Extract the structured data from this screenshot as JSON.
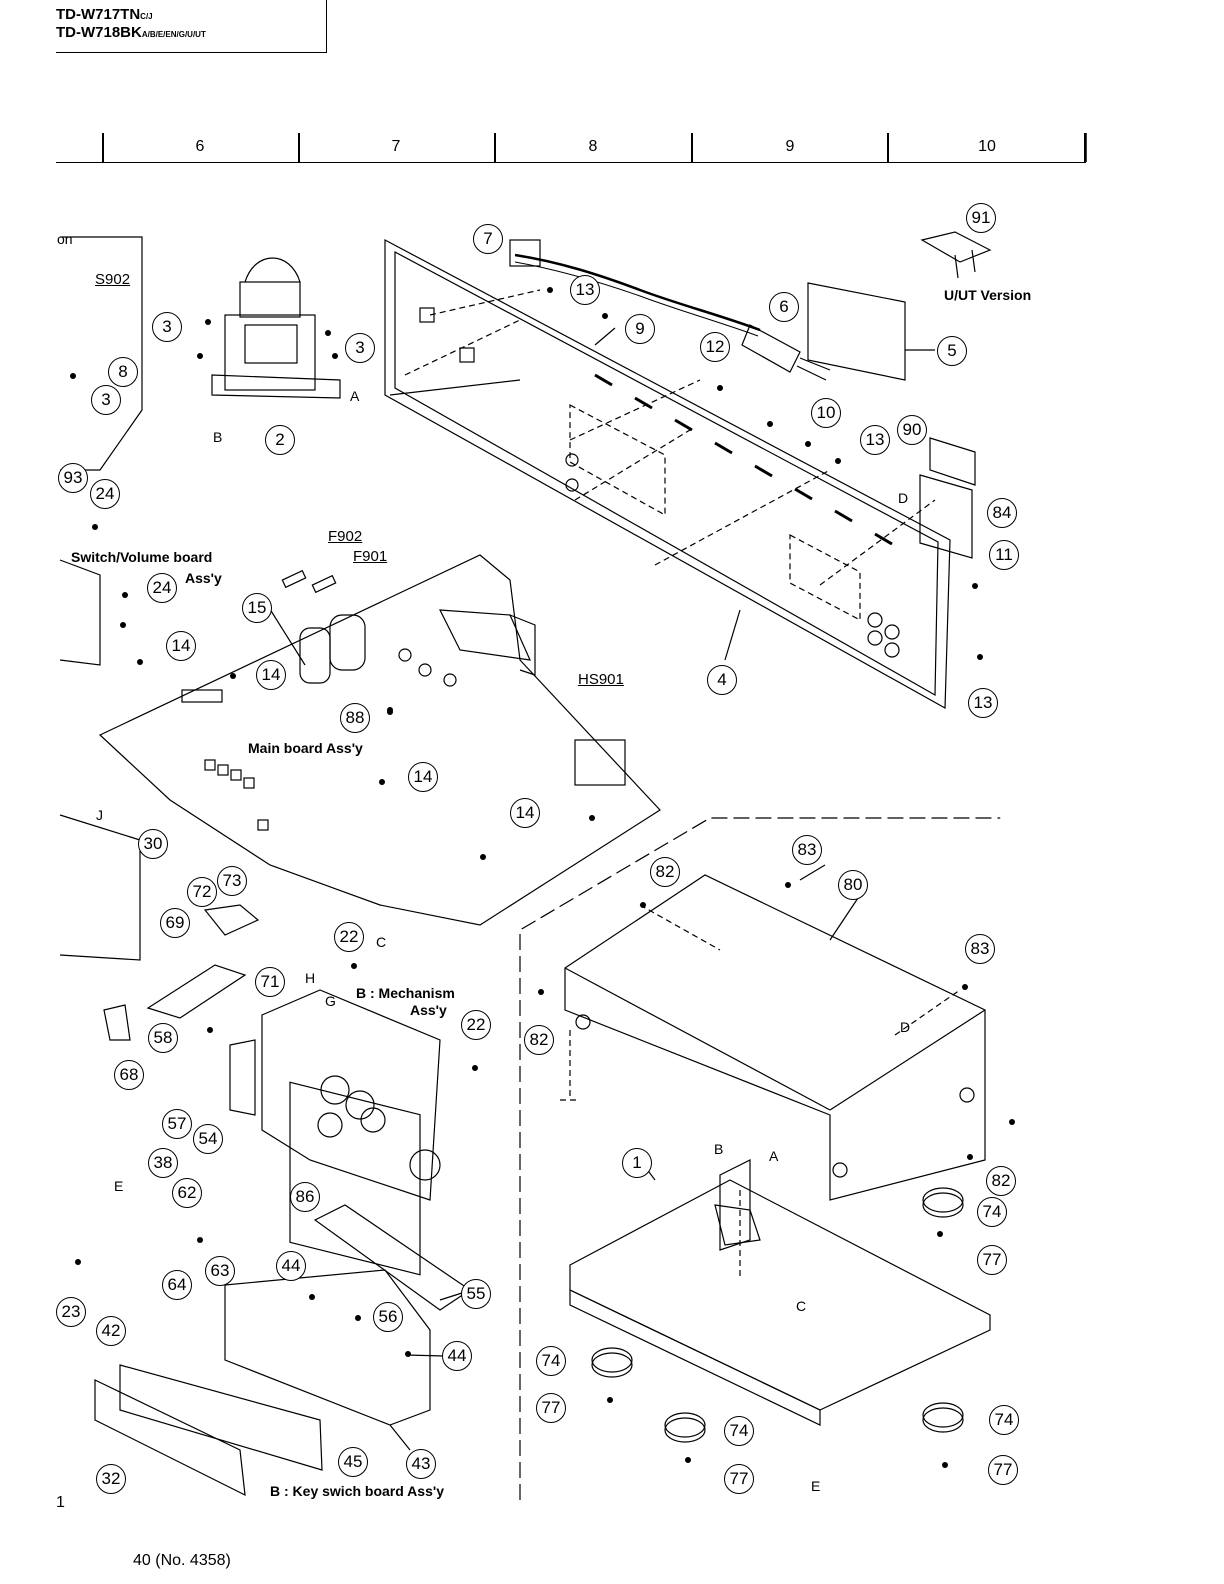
{
  "header": {
    "model_line1": "TD-W717TN",
    "model_line1_suffix": "C/J",
    "model_line2": "TD-W718BK",
    "model_line2_suffix": "A/B/E/EN/G/U/UT"
  },
  "grid_columns": [
    "6",
    "7",
    "8",
    "9",
    "10"
  ],
  "labels": {
    "s902": "S902",
    "on_frag": "on",
    "u_ut_version": "U/UT Version",
    "switch_volume_board": "Switch/Volume board",
    "switch_volume_board2": "Ass'y",
    "f902": "F902",
    "f901": "F901",
    "hs901": "HS901",
    "main_board": "Main board Ass'y",
    "mechanism1": "B : Mechanism",
    "mechanism2": "Ass'y",
    "key_switch_board": "B : Key swich board Ass'y",
    "letter_a1": "A",
    "letter_b1": "B",
    "letter_c1": "C",
    "letter_d1": "D",
    "letter_j": "J",
    "letter_h": "H",
    "letter_g": "G",
    "letter_e1": "E",
    "letter_d2": "D",
    "letter_b2": "B",
    "letter_a2": "A",
    "letter_c2": "C",
    "letter_e2": "E"
  },
  "callouts": {
    "c91": "91",
    "c7": "7",
    "c13a": "13",
    "c6": "6",
    "c5": "5",
    "c9": "9",
    "c12": "12",
    "c3a": "3",
    "c3b": "3",
    "c3c": "3",
    "c8": "8",
    "c2": "2",
    "c10": "10",
    "c13b": "13",
    "c90": "90",
    "c84": "84",
    "c11": "11",
    "c93": "93",
    "c24a": "24",
    "c24b": "24",
    "c15": "15",
    "c14a": "14",
    "c14b": "14",
    "c4": "4",
    "c13c": "13",
    "c88": "88",
    "c14c": "14",
    "c14d": "14",
    "c30": "30",
    "c83a": "83",
    "c82a": "82",
    "c80": "80",
    "c72": "72",
    "c73": "73",
    "c69": "69",
    "c22a": "22",
    "c71": "71",
    "c83b": "83",
    "c82b": "82",
    "c58": "58",
    "c22b": "22",
    "c68": "68",
    "c57": "57",
    "c54": "54",
    "c38": "38",
    "c1": "1",
    "c82c": "82",
    "c62": "62",
    "c86": "86",
    "c74a": "74",
    "c77a": "77",
    "c63": "63",
    "c64": "64",
    "c44a": "44",
    "c55": "55",
    "c23": "23",
    "c56": "56",
    "c42": "42",
    "c44b": "44",
    "c74b": "74",
    "c77b": "77",
    "c74c": "74",
    "c74d": "74",
    "c45": "45",
    "c43": "43",
    "c32": "32",
    "c77c": "77",
    "c77d": "77"
  },
  "footer": {
    "page": "40 (No. 4358)",
    "left_num": "1"
  }
}
